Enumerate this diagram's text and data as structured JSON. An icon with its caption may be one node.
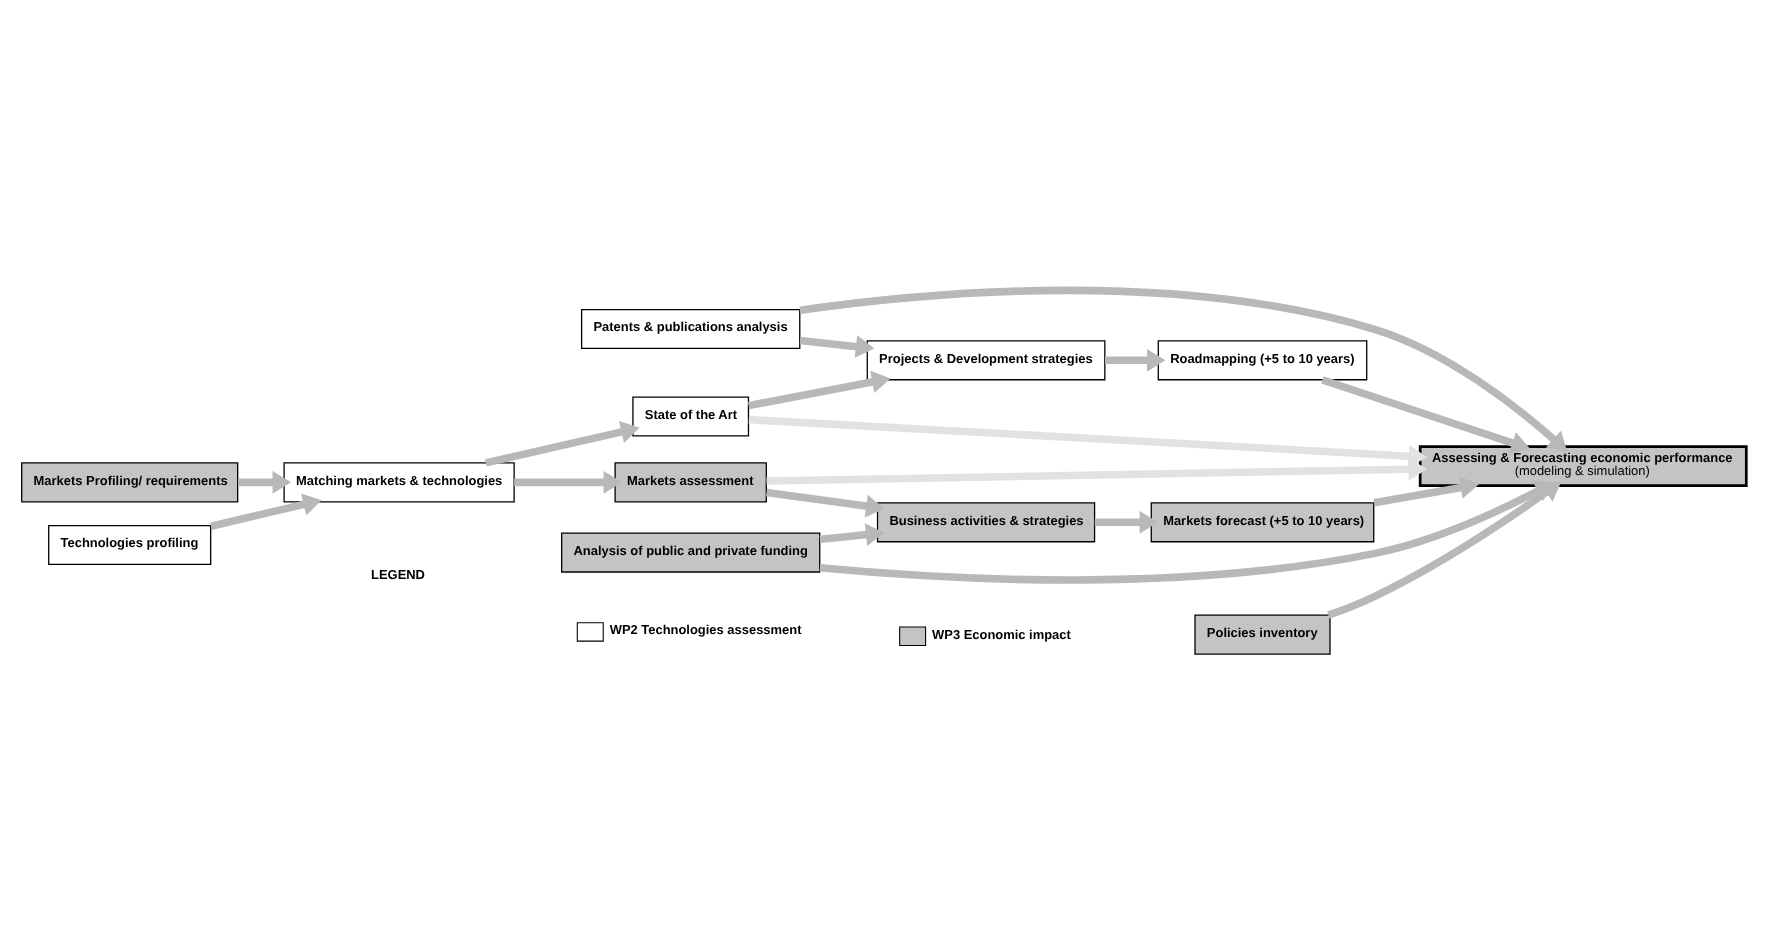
{
  "diagram": {
    "nodes": [
      {
        "text": [
          "Business activities & strategies"
        ]
      },
      {
        "text": [
          "Markets forecast (+5 to 10 years)"
        ]
      },
      {
        "text": [
          "Markets Profiling/ requirements"
        ]
      },
      {
        "text": [
          "Markets assessment"
        ]
      },
      {
        "text": [
          "Analysis of public and private funding"
        ]
      },
      {
        "text": [
          "Matching markets & technologies"
        ]
      },
      {
        "text": [
          "Assessing & Forecasting economic performance",
          "(modeling & simulation)"
        ]
      },
      {
        "text": [
          "Policies inventory"
        ]
      },
      {
        "text": [
          "Technologies profiling"
        ]
      },
      {
        "text": [
          "State of the Art"
        ]
      },
      {
        "text": [
          "Patents & publications analysis"
        ]
      },
      {
        "text": [
          "Projects & Development strategies"
        ]
      },
      {
        "text": [
          "Roadmapping (+5 to 10 years)"
        ]
      }
    ],
    "edges": [
      {
        "from": 2,
        "to": 5,
        "arrow": "to"
      },
      {
        "from": 8,
        "to": 5,
        "arrow": "to"
      },
      {
        "from": 5,
        "to": 3,
        "arrow": "to"
      },
      {
        "from": 5,
        "to": 9,
        "arrow": "to"
      },
      {
        "from": 3,
        "to": 0,
        "arrow": "to"
      },
      {
        "from": 3,
        "to": 6,
        "arrow": "to",
        "color": "#e2e2e2"
      },
      {
        "from": 9,
        "to": 6,
        "arrow": "to",
        "color": "#e2e2e2"
      },
      {
        "from": 9,
        "to": 11,
        "arrow": "to"
      },
      {
        "from": 4,
        "to": 0,
        "arrow": "to"
      },
      {
        "from": 4,
        "to": 6,
        "arrow": "to"
      },
      {
        "from": 10,
        "to": 6,
        "arrow": "to"
      },
      {
        "from": 10,
        "to": 11,
        "arrow": "to"
      },
      {
        "from": 0,
        "to": 1,
        "arrow": "to"
      },
      {
        "from": 1,
        "to": 6,
        "arrow": "to"
      },
      {
        "from": 7,
        "to": 6,
        "arrow": "to"
      },
      {
        "from": 11,
        "to": 12,
        "arrow": "to"
      },
      {
        "from": 12,
        "to": 6,
        "arrow": "to"
      }
    ],
    "labels": [
      "LEGEND"
    ],
    "legend": [
      {
        "text": "WP2 Technologies assessment",
        "color": "#ffffff"
      },
      {
        "text": "WP3 Economic impact",
        "color": "#c4c4c4"
      }
    ]
  }
}
